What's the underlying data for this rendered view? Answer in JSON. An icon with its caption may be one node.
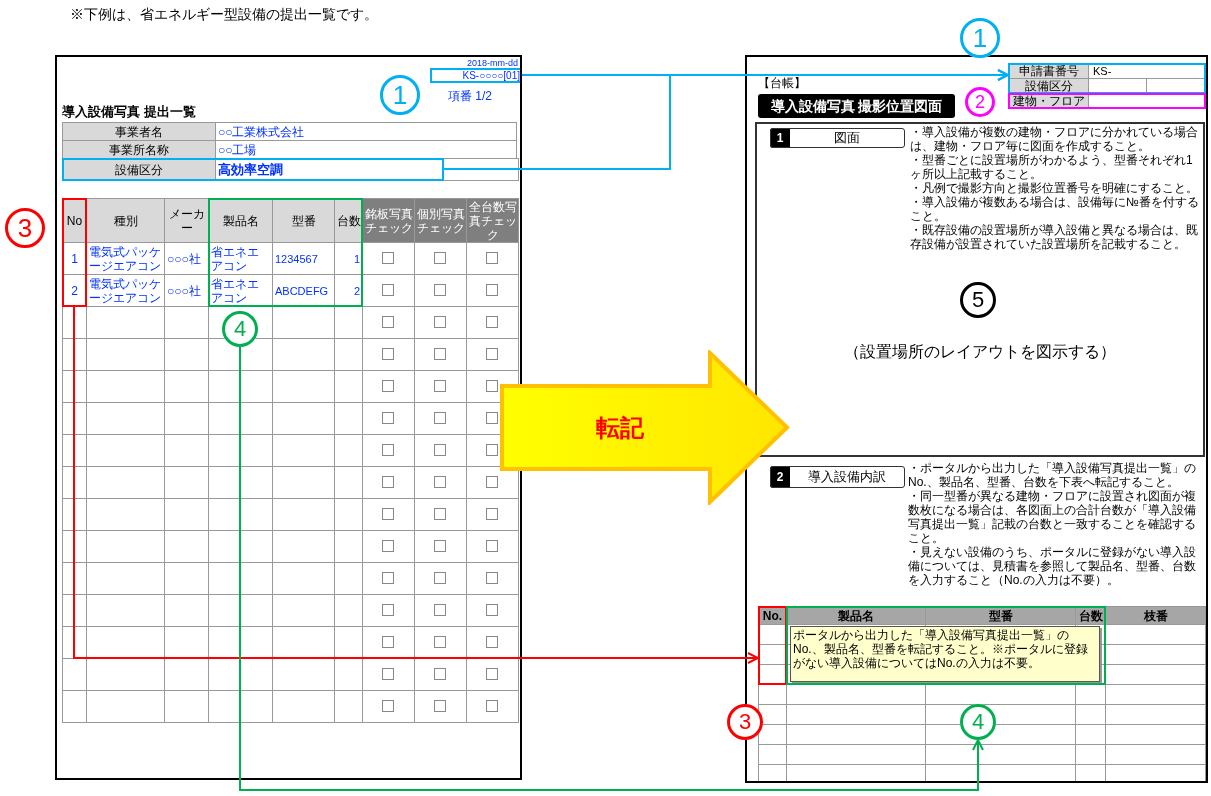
{
  "diagram": {
    "title": "※下例は、省エネルギー型設備の提出一覧です。",
    "nodes": [
      {
        "text": [
          "2018-mm-dd",
          "項番 1/2",
          "導入設備写真 提出一覧"
        ]
      },
      {
        "text": [
          "KS-○○○○[01]"
        ],
        "in": 0
      },
      {
        "text": [
          "1"
        ],
        "in": 0
      },
      {
        "text": [
          "設備区分",
          "高効率空調"
        ],
        "in": 0
      },
      {
        "text": [
          "No",
          "1",
          "2"
        ],
        "in": 0
      },
      {
        "text": [
          "製品名",
          "型番",
          "台数",
          "省エネエアコン",
          "1234567",
          "1",
          "省エネエアコン",
          "ABCDEFG",
          "2"
        ],
        "in": 0
      },
      {
        "text": [
          "4"
        ],
        "in": 0
      },
      {
        "text": [
          "3"
        ]
      },
      {
        "text": [
          "転記"
        ]
      },
      {
        "text": [
          "【台帳】",
          "導入設備写真 撮影位置図面"
        ]
      },
      {
        "text": [
          "1"
        ]
      },
      {
        "text": [
          "申請書番号",
          "KS-",
          "設備区分"
        ],
        "in": 9
      },
      {
        "text": [
          "建物・フロア"
        ],
        "in": 9
      },
      {
        "text": [
          "2"
        ],
        "in": 9
      },
      {
        "text": [
          "・導入設備が複数の建物・フロアに分かれている場合は、建物・フロア毎に図面を作成すること。",
          "・型番ごとに設置場所がわかるよう、型番それぞれ1ヶ所以上記載すること。",
          "・凡例で撮影方向と撮影位置番号を明確にすること。",
          "・導入設備が複数ある場合は、設備毎に№番を付すること。",
          "・既存設備の設置場所が導入設備と異なる場合は、既存設備が設置されていた設置場所を記載すること。",
          "（設置場所のレイアウトを図示する）"
        ],
        "in": 9
      },
      {
        "text": [
          "1",
          "図面"
        ],
        "in": 14
      },
      {
        "text": [
          "5"
        ],
        "in": 14
      },
      {
        "text": [
          "2",
          "導入設備内訳"
        ],
        "in": 9
      },
      {
        "text": [
          "No."
        ],
        "in": 9
      },
      {
        "text": [
          "製品名",
          "型番",
          "台数"
        ],
        "in": 9
      },
      {
        "text": [
          "ポータルから出力した「導入設備写真提出一覧」のNo.、製品名、型番を転記すること。※ポータルに登録がない導入設備についてはNo.の入力は不要。"
        ],
        "in": 19
      },
      {
        "text": [
          "3"
        ]
      },
      {
        "text": [
          "4"
        ],
        "in": 9
      }
    ],
    "edges": [
      {
        "from": 1,
        "to": 11,
        "arrow": "to",
        "color": "#00b0f0"
      },
      {
        "from": 3,
        "to": 11,
        "arrow": "to",
        "color": "#00b0f0"
      },
      {
        "from": 4,
        "to": 18,
        "arrow": "to",
        "color": "#ff0000"
      },
      {
        "from": 6,
        "to": 22,
        "arrow": "to",
        "color": "#00b050"
      }
    ],
    "labels": [
      "事業者名",
      "○○工業株式会社",
      "事業所名称",
      "○○工場",
      "種別",
      "メーカー",
      "銘板写真チェック",
      "個別写真チェック",
      "全台数写真チェック",
      "電気式パッケージエアコン",
      "○○○社",
      "電気式パッケージエアコン",
      "○○○社",
      "・ポータルから出力した「導入設備写真提出一覧」のNo.、製品名、型番、台数を下表へ転記すること。",
      "・同一型番が異なる建物・フロアに設置され図面が複数枚になる場合は、各図面上の合計台数が「導入設備写真提出一覧」記載の台数と一致することを確認すること。",
      "・見えない設備のうち、ポータルに登録がない導入設備については、見積書を参照して製品名、型番、台数を入力すること（No.の入力は不要）。",
      "枝番"
    ]
  }
}
